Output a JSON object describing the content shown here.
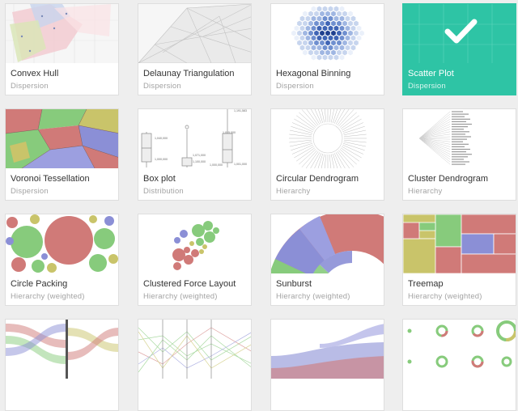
{
  "cards": [
    {
      "title": "Convex Hull",
      "category": "Dispersion"
    },
    {
      "title": "Delaunay Triangulation",
      "category": "Dispersion"
    },
    {
      "title": "Hexagonal Binning",
      "category": "Dispersion"
    },
    {
      "title": "Scatter Plot",
      "category": "Dispersion",
      "selected": true
    },
    {
      "title": "Voronoi Tessellation",
      "category": "Dispersion"
    },
    {
      "title": "Box plot",
      "category": "Distribution"
    },
    {
      "title": "Circular Dendrogram",
      "category": "Hierarchy"
    },
    {
      "title": "Cluster Dendrogram",
      "category": "Hierarchy"
    },
    {
      "title": "Circle Packing",
      "category": "Hierarchy (weighted)"
    },
    {
      "title": "Clustered Force Layout",
      "category": "Hierarchy (weighted)"
    },
    {
      "title": "Sunburst",
      "category": "Hierarchy (weighted)"
    },
    {
      "title": "Treemap",
      "category": "Hierarchy (weighted)"
    },
    {
      "title": "",
      "category": ""
    },
    {
      "title": "",
      "category": ""
    },
    {
      "title": "",
      "category": ""
    },
    {
      "title": "",
      "category": ""
    }
  ],
  "boxplot_labels": [
    "1,191,583",
    "1,015,000",
    "1,040,000",
    "1,071,000",
    "1,000,000",
    "1,100,000",
    "1,000,000",
    "1,001,000"
  ],
  "accent_color": "#2ec4a5"
}
